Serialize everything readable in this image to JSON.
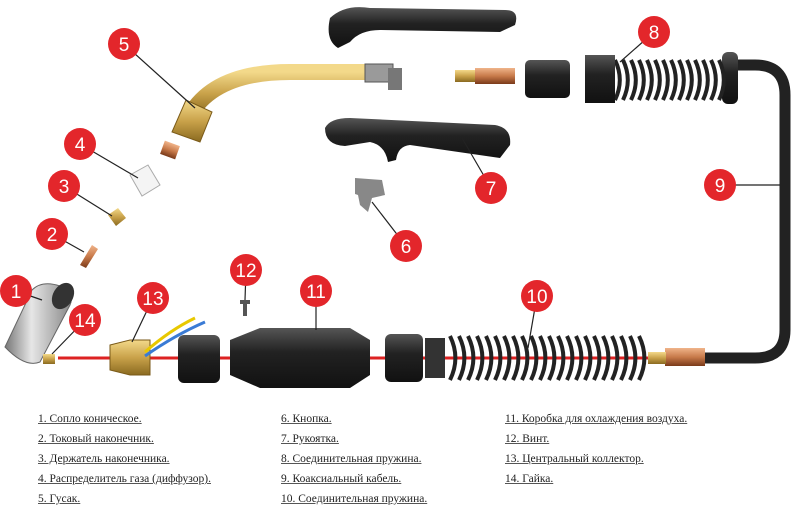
{
  "colors": {
    "badge": "#e3262b",
    "cable": "#222222",
    "brass": "#c9a24a",
    "copper": "#c87a4a",
    "handle": "#2a2a2a",
    "wire": "#d22"
  },
  "badges": [
    "1",
    "2",
    "3",
    "4",
    "5",
    "6",
    "7",
    "8",
    "9",
    "10",
    "11",
    "12",
    "13",
    "14"
  ],
  "legend": [
    [
      "1. Сопло коническое.",
      "2. Токовый наконечник.",
      "3. Держатель наконечника.",
      "4. Распределитель газа (диффузор).",
      "5. Гусак."
    ],
    [
      "6. Кнопка.",
      "7. Рукоятка.",
      "8. Соединительная пружина.",
      "9. Коаксиальный кабель.",
      "10. Соединительная пружина."
    ],
    [
      "11. Коробка для охлаждения воздуха.",
      "12. Винт.",
      "13. Центральный коллектор.",
      "14. Гайка."
    ]
  ]
}
